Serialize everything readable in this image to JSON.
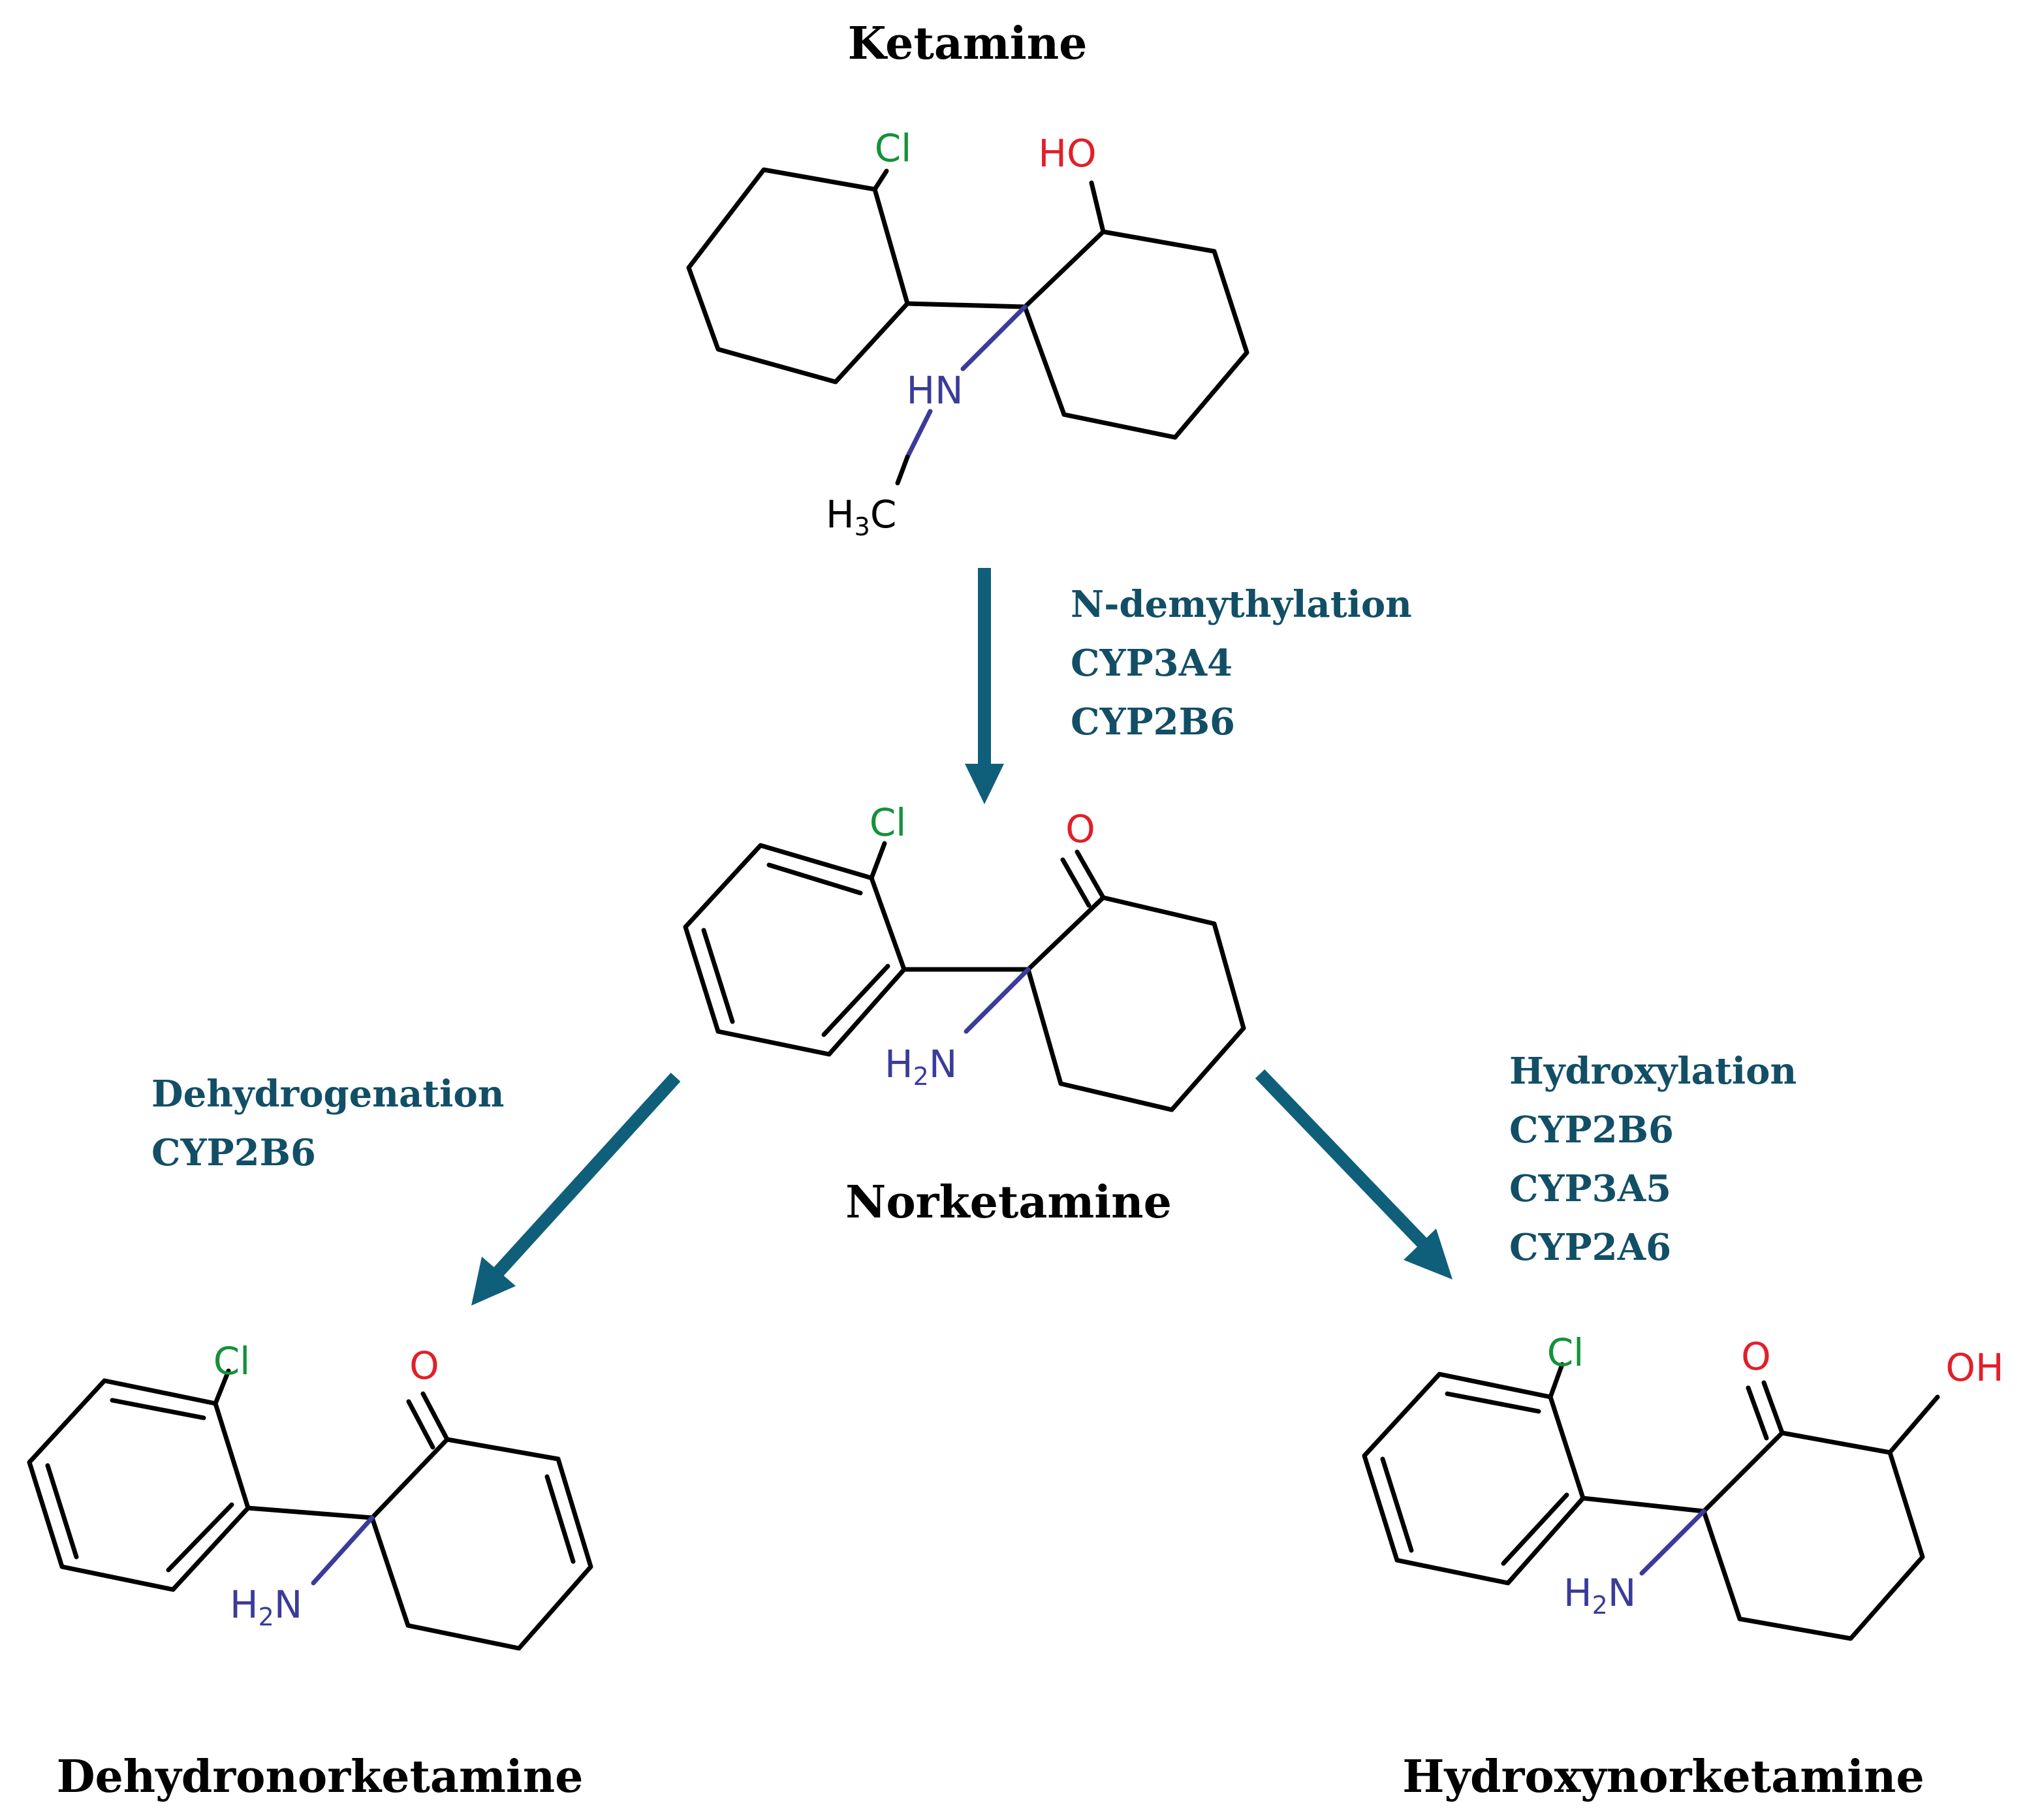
{
  "colors": {
    "arrow": "#0f5f7a",
    "enzyme_text": "#124f66",
    "chlorine": "#14913a",
    "oxygen": "#e0202a",
    "nitrogen": "#3b3b9a",
    "carbon": "#000000"
  },
  "compounds": {
    "ketamine": {
      "name": "Ketamine",
      "atoms": {
        "cl": "Cl",
        "ho": "HO",
        "hn": "HN",
        "h3c_h": "H",
        "h3c_3": "3",
        "h3c_c": "C"
      }
    },
    "norketamine": {
      "name": "Norketamine",
      "atoms": {
        "cl": "Cl",
        "o": "O",
        "h2n_h": "H",
        "h2n_2": "2",
        "h2n_n": "N"
      }
    },
    "dehydronorketamine": {
      "name": "Dehydronorketamine",
      "atoms": {
        "cl": "Cl",
        "o": "O",
        "h2n_h": "H",
        "h2n_2": "2",
        "h2n_n": "N"
      }
    },
    "hydroxynorketamine": {
      "name": "Hydroxynorketamine",
      "atoms": {
        "cl": "Cl",
        "o": "O",
        "oh": "OH",
        "h2n_h": "H",
        "h2n_2": "2",
        "h2n_n": "N"
      }
    }
  },
  "reactions": {
    "demethylation": {
      "type": "N-demythylation",
      "enzymes": [
        "CYP3A4",
        "CYP2B6"
      ]
    },
    "dehydrogenation": {
      "type": "Dehydrogenation",
      "enzymes": [
        "CYP2B6"
      ]
    },
    "hydroxylation": {
      "type": "Hydroxylation",
      "enzymes": [
        "CYP2B6",
        "CYP3A5",
        "CYP2A6"
      ]
    }
  }
}
